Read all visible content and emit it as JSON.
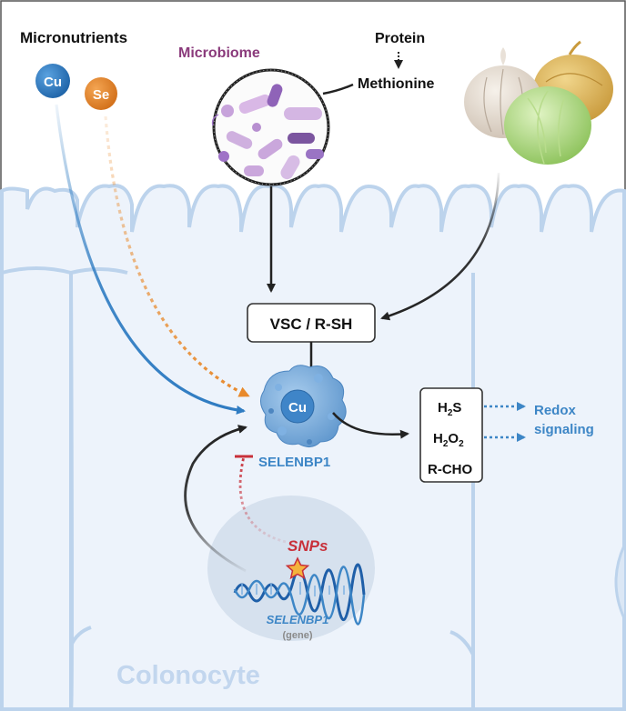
{
  "labels": {
    "micronutrients": "Micronutrients",
    "microbiome": "Microbiome",
    "protein": "Protein",
    "methionine": "Methionine",
    "vsc_rsh": "VSC / R-SH",
    "selenbp1_protein": "SELENBP1",
    "selenbp1_gene": "SELENBP1",
    "gene_note": "(gene)",
    "snps": "SNPs",
    "colonocyte": "Colonocyte",
    "redox_line1": "Redox",
    "redox_line2": "signaling"
  },
  "circles": {
    "cu": "Cu",
    "se": "Se",
    "protein_cu": "Cu"
  },
  "products": {
    "h2s_base": "H",
    "h2s_sub": "2",
    "h2s_tail": "S",
    "h2o2_a": "H",
    "h2o2_sub1": "2",
    "h2o2_b": "O",
    "h2o2_sub2": "2",
    "rcho": "R-CHO"
  },
  "colors": {
    "cu_blue": "#2f7cc2",
    "se_orange": "#e8892b",
    "microbiome_purple": "#8a3a7b",
    "snp_red": "#c8303a",
    "redox_blue": "#3d86c6",
    "cell_fill": "#edf3fb",
    "cell_line": "#bcd3ec"
  },
  "icons": [
    "bacteria-magnifier-icon",
    "garlic-icon",
    "onion-icon",
    "cabbage-icon",
    "selenbp1-protein-icon",
    "dna-helix-icon",
    "snp-star-icon"
  ]
}
